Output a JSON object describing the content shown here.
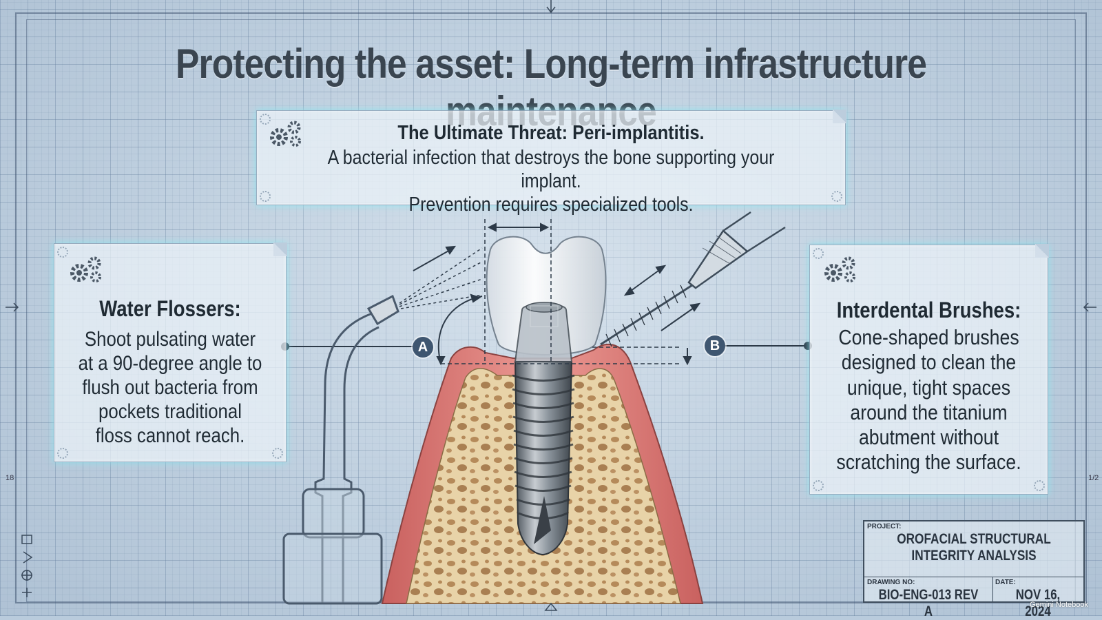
{
  "title": "Protecting the asset: Long-term infrastructure maintenance",
  "top_panel": {
    "heading": "The Ultimate Threat: Peri-implantitis.",
    "line1": "A bacterial infection that destroys the bone supporting your implant.",
    "line2": "Prevention requires specialized tools."
  },
  "left_panel": {
    "heading": "Water Flossers:",
    "lines": [
      "Shoot pulsating water",
      "at a 90-degree angle to",
      "flush out bacteria from",
      "pockets traditional",
      "floss cannot reach."
    ]
  },
  "right_panel": {
    "heading": "Interdental Brushes:",
    "lines": [
      "Cone-shaped brushes",
      "designed to clean the",
      "unique, tight spaces",
      "around the titanium",
      "abutment without",
      "scratching the surface."
    ]
  },
  "callouts": {
    "a": "A",
    "b": "B"
  },
  "title_block": {
    "project_label": "PROJECT:",
    "project_line1": "OROFACIAL STRUCTURAL",
    "project_line2": "INTEGRITY ANALYSIS",
    "drawing_label": "DRAWING NO:",
    "drawing_value": "BIO-ENG-013 REV A",
    "date_label": "DATE:",
    "date_value": "NOV 16, 2024"
  },
  "margin_marks": {
    "left": "18",
    "right": "1/2"
  },
  "watermark": "Gemini Notebook",
  "colors": {
    "gum": "#e28a86",
    "bone": "#e7d2a6",
    "implant": "#6f7880",
    "panel_glow": "#8ce6f0",
    "callout": "#3f5670"
  }
}
